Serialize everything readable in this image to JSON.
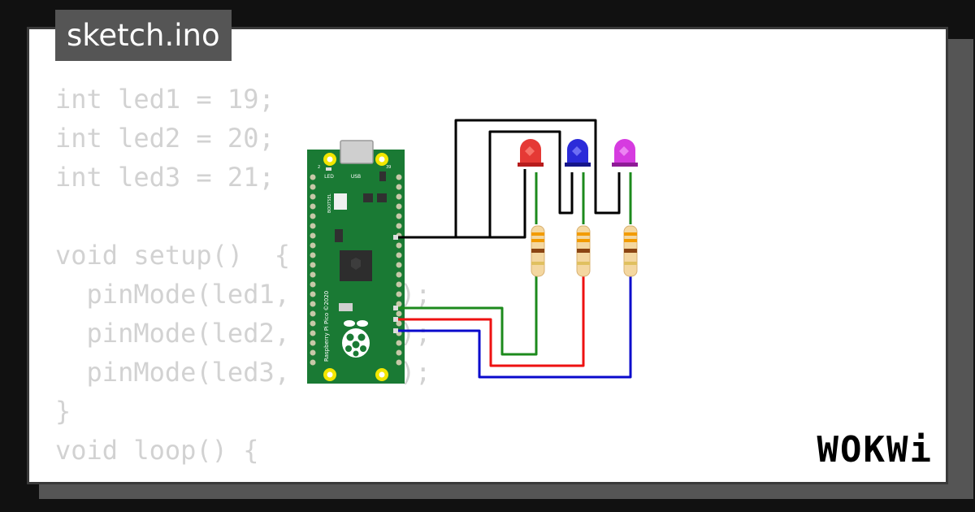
{
  "file_tab": {
    "label": "sketch.ino"
  },
  "code": {
    "lines": [
      "int led1 = 19;",
      "int led2 = 20;",
      "int led3 = 21;",
      "",
      "void setup()  {",
      "  pinMode(led1, OUTPUT);",
      "  pinMode(led2, OUTPUT);",
      "  pinMode(led3, OUTPUT);",
      "}",
      "void loop() {"
    ]
  },
  "board": {
    "usb_label": "USB",
    "led_label": "LED",
    "bootsel_label": "BOOTSEL",
    "model_label": "Raspberry Pi Pico ©2020",
    "pin_left_label": "2",
    "pin_right_label": "39"
  },
  "leds": [
    {
      "color": "#e53935"
    },
    {
      "color": "#2b2bd9"
    },
    {
      "color": "#d63be0"
    }
  ],
  "wires": {
    "black": "#000000",
    "green": "#1c8a1c",
    "red": "#ee1111",
    "blue": "#0a0acc"
  },
  "brand": {
    "logo_text": "WOKWi"
  }
}
